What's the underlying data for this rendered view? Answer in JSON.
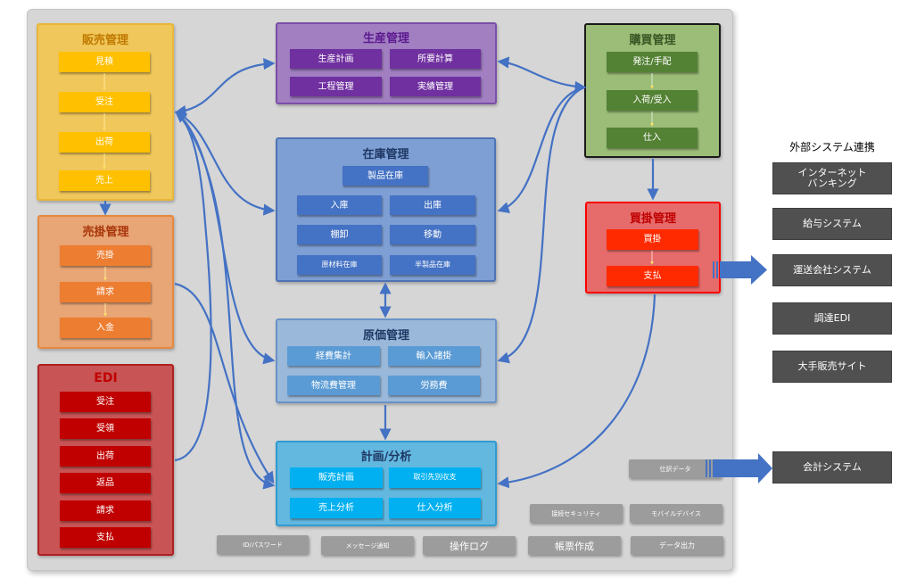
{
  "colors": {
    "sales": "#f0c75a",
    "sales_btn": "#ffc000",
    "ar": "#e8a575",
    "ar_btn": "#ed7d31",
    "edi": "#c85455",
    "edi_btn": "#c00000",
    "production": "#a17fc1",
    "production_btn": "#7030a0",
    "inventory": "#7e9fd4",
    "inventory_btn": "#4472c4",
    "cost": "#9ab9da",
    "cost_btn": "#5b9bd5",
    "plan": "#63b8e0",
    "plan_btn": "#00b0f0",
    "purchase": "#9bbd77",
    "purchase_btn": "#548235",
    "ap": "#e66b6b",
    "ap_btn": "#ff2a00",
    "arrow": "#4472c4",
    "external": "#505050"
  },
  "sales": {
    "title": "販売管理",
    "items": [
      "見積",
      "受注",
      "出荷",
      "売上"
    ]
  },
  "ar": {
    "title": "売掛管理",
    "items": [
      "売掛",
      "請求",
      "入金"
    ]
  },
  "edi": {
    "title": "EDI",
    "items": [
      "受注",
      "受領",
      "出荷",
      "返品",
      "請求",
      "支払"
    ]
  },
  "production": {
    "title": "生産管理",
    "items": [
      "生産計画",
      "所要計算",
      "工程管理",
      "実績管理"
    ]
  },
  "inventory": {
    "title": "在庫管理",
    "items": [
      "製品在庫",
      "入庫",
      "出庫",
      "棚卸",
      "移動",
      "原材料在庫",
      "半製品在庫"
    ]
  },
  "cost": {
    "title": "原価管理",
    "items": [
      "経費集計",
      "輸入諸掛",
      "物流費管理",
      "労務費"
    ]
  },
  "plan": {
    "title": "計画/分析",
    "items": [
      "販売計画",
      "取引先別収支",
      "売上分析",
      "仕入分析"
    ]
  },
  "purchase": {
    "title": "購買管理",
    "items": [
      "発注/手配",
      "入荷/受入",
      "仕入"
    ]
  },
  "ap": {
    "title": "買掛管理",
    "items": [
      "買掛",
      "支払"
    ]
  },
  "external": {
    "title": "外部システム連携",
    "items": [
      "インターネット\nバンキング",
      "給与システム",
      "運送会社システム",
      "調達EDI",
      "大手販売サイト",
      "会計システム"
    ]
  },
  "utilities": {
    "journal": "仕訳データ",
    "security": "接続セキュリティ",
    "mobile": "モバイルデバイス",
    "id_password": "ID/パスワード",
    "message": "メッセージ通知",
    "op_log": "操作ログ",
    "report": "帳票作成",
    "data_output": "データ出力"
  }
}
